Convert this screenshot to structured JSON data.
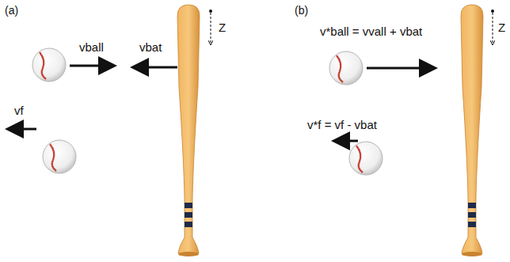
{
  "diagram": {
    "labels": [
      "(a)",
      "vball",
      "vbat",
      "Z",
      "vf",
      "(b)",
      "v*ball = vvall + vbat",
      "v*f = vf - vbat",
      "Z"
    ]
  }
}
